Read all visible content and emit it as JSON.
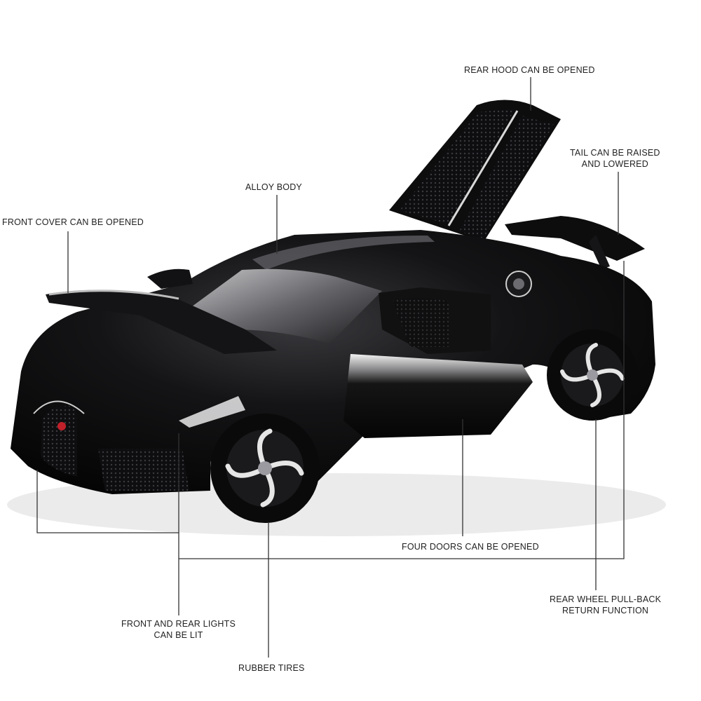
{
  "annotations": {
    "rear_hood": "REAR HOOD CAN BE OPENED",
    "tail_line1": "TAIL CAN BE RAISED",
    "tail_line2": "AND LOWERED",
    "alloy_body": "ALLOY BODY",
    "front_cover": "FRONT COVER CAN BE OPENED",
    "four_doors": "FOUR DOORS CAN BE OPENED",
    "pullback_line1": "REAR WHEEL PULL-BACK",
    "pullback_line2": "RETURN FUNCTION",
    "lights_line1": "FRONT AND REAR LIGHTS",
    "lights_line2": "CAN BE LIT",
    "rubber_tires": "RUBBER TIRES"
  },
  "colors": {
    "car_body": "#0b0b0c",
    "highlight": "#e8e8ea",
    "leader_line": "#333333",
    "tail_light": "#c0202a"
  }
}
